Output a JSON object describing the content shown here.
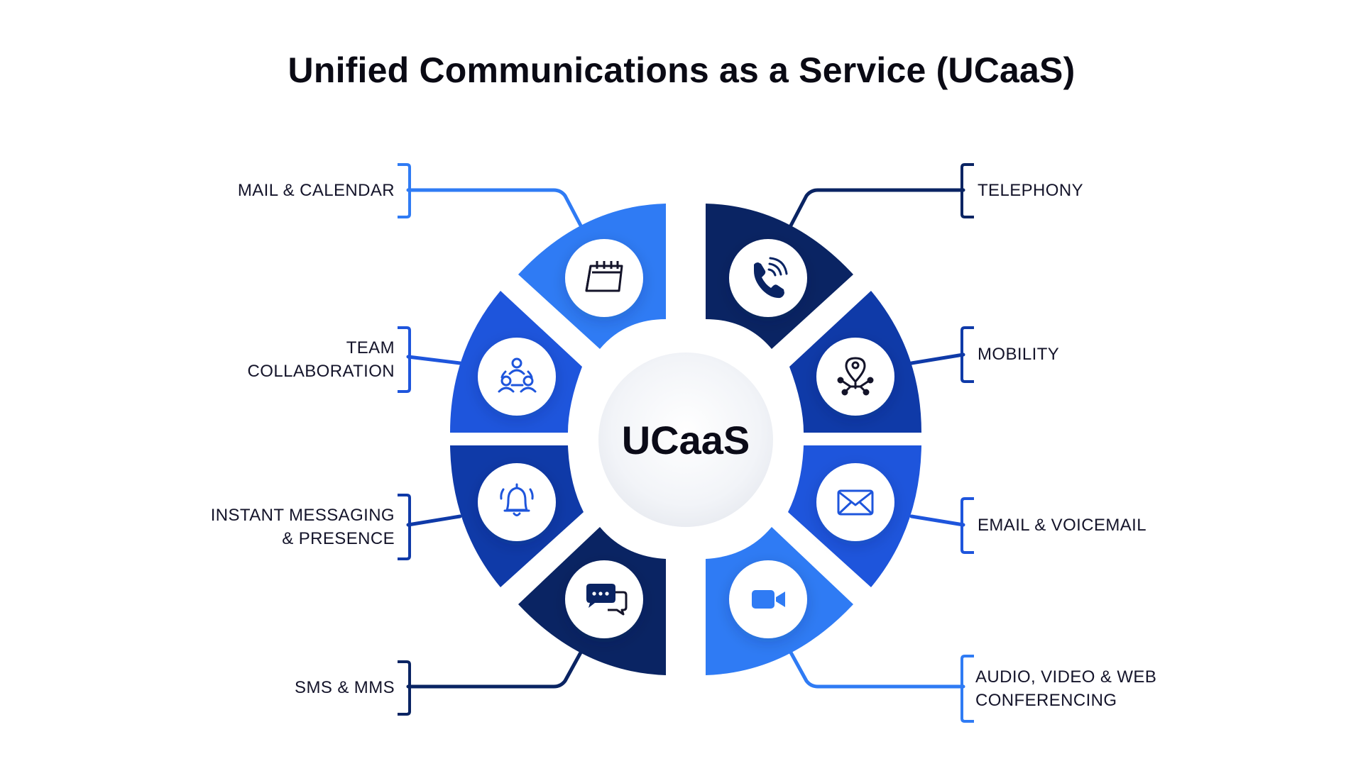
{
  "title": "Unified Communications as a Service (UCaaS)",
  "center_label": "UCaaS",
  "colors": {
    "navy": "#0a2463",
    "mid_blue": "#1e55dc",
    "bright_blue": "#2f7bf4",
    "center_fill": "#f2f4f8"
  },
  "services": {
    "mail_calendar": {
      "label": "MAIL & CALENDAR",
      "icon": "calendar-icon"
    },
    "team_collaboration": {
      "line1": "TEAM",
      "line2": "COLLABORATION",
      "icon": "team-collaboration-icon"
    },
    "instant_messaging": {
      "line1": "INSTANT MESSAGING",
      "line2": "& PRESENCE",
      "icon": "bell-icon"
    },
    "sms_mms": {
      "label": "SMS & MMS",
      "icon": "chat-bubbles-icon"
    },
    "telephony": {
      "label": "TELEPHONY",
      "icon": "phone-icon"
    },
    "mobility": {
      "label": "MOBILITY",
      "icon": "location-pin-network-icon"
    },
    "email_voicemail": {
      "label": "EMAIL & VOICEMAIL",
      "icon": "envelope-icon"
    },
    "conferencing": {
      "line1": "AUDIO, VIDEO & WEB",
      "line2": "CONFERENCING",
      "icon": "video-camera-icon"
    }
  }
}
